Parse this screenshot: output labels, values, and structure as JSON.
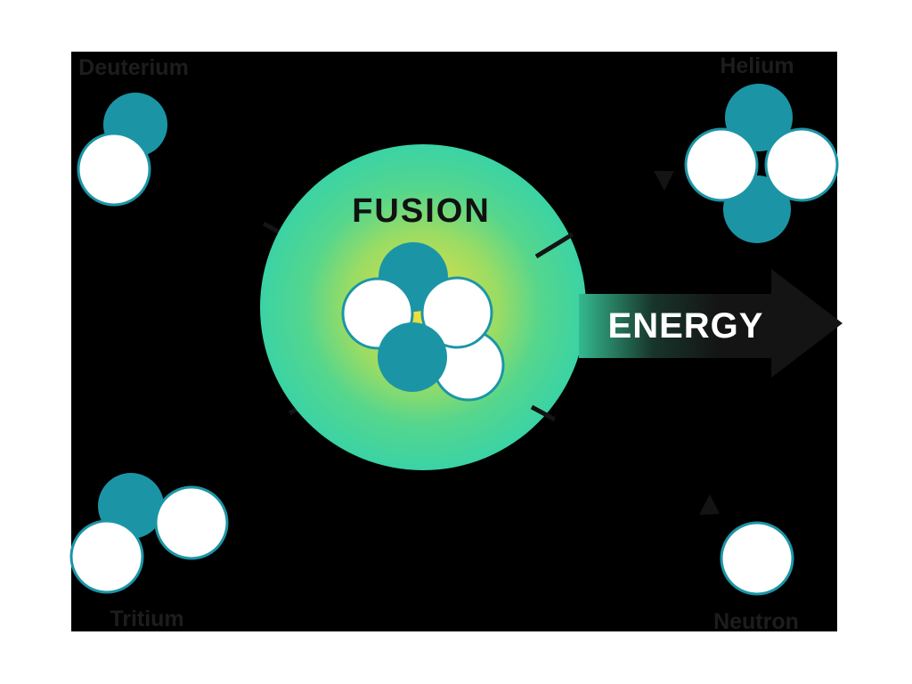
{
  "diagram": {
    "labels": {
      "deuterium": "Deuterium",
      "tritium": "Tritium",
      "helium": "Helium",
      "neutron": "Neutron",
      "fusion": "FUSION",
      "energy": "ENERGY"
    }
  },
  "colors": {
    "canvas": "#ffffff",
    "panel_background": "#000000",
    "particle_teal": "#1b95a6",
    "particle_white": "#ffffff",
    "particle_outline": "#1b95a6",
    "atom_label_text": "#1d1d1d",
    "fusion_title_text": "#111111",
    "energy_text": "#ffffff",
    "arrow": "#141414",
    "glow": {
      "c0": "#ffdf35",
      "c1": "#c9de4f",
      "c2": "#9adc64",
      "c3": "#55d68d",
      "c4": "#3bd3a5"
    },
    "energy_shaft": {
      "c0": "#34b98f",
      "c1": "#18352b",
      "c2": "#141414"
    }
  }
}
